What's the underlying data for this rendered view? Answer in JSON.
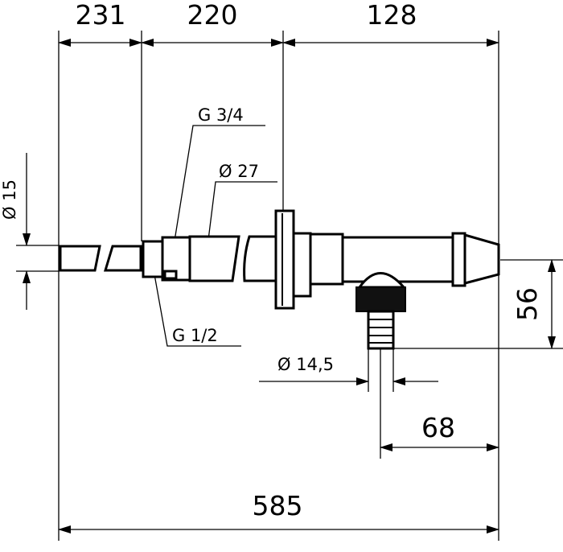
{
  "dimensions": {
    "d231": "231",
    "d220": "220",
    "d128": "128",
    "d585": "585",
    "d56": "56",
    "d68": "68",
    "dia15": "Ø 15",
    "dia14_5": "Ø 14,5"
  },
  "callouts": {
    "g34": "G 3/4",
    "dia27": "Ø 27",
    "g12": "G 1/2"
  }
}
